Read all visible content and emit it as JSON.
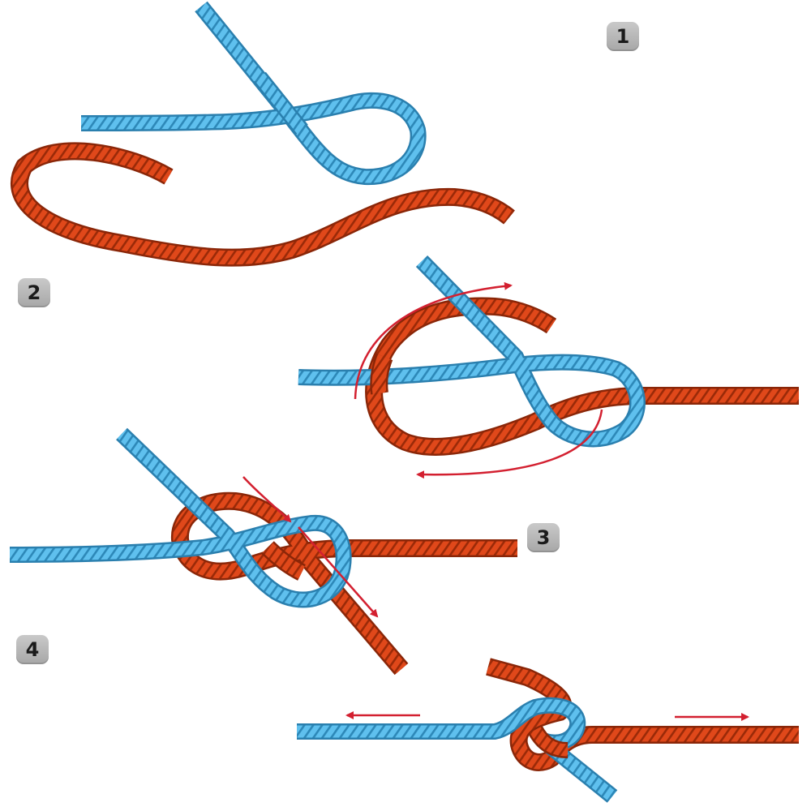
{
  "steps": [
    {
      "label": "1"
    },
    {
      "label": "2"
    },
    {
      "label": "3"
    },
    {
      "label": "4"
    }
  ],
  "colors": {
    "rope_blue": "#5fc0ee",
    "rope_blue_stripe": "#2d88b8",
    "rope_red": "#e0481a",
    "rope_red_stripe": "#9a2a08",
    "arrow_red": "#d32030",
    "badge_gray": "#b8b8b8"
  }
}
